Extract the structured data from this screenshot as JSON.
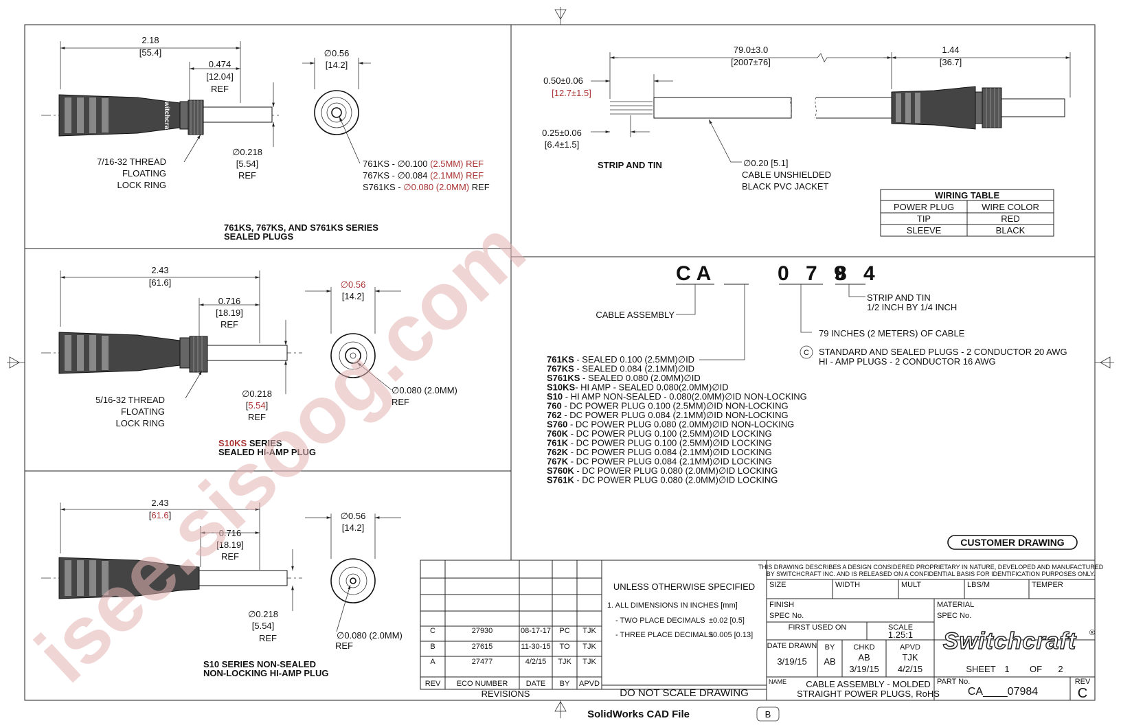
{
  "plug1": {
    "dim_len": "2.18",
    "dim_len_mm": "[55.4]",
    "dim_tip": "0.474",
    "dim_tip_mm": "[12.04]",
    "dim_tip_ref": "REF",
    "dim_dia": "∅0.56",
    "dim_dia_mm": "[14.2]",
    "dim_pin": "∅0.218",
    "dim_pin_mm": "[5.54]",
    "dim_pin_ref": "REF",
    "thread": [
      "7/16-32 THREAD",
      "FLOATING",
      "LOCK RING"
    ],
    "id_notes": [
      {
        "a": "761KS - ∅0.100 ",
        "b": "(2.5MM) ",
        "c": "REF"
      },
      {
        "a": "767KS - ∅0.084 ",
        "b": "(2.1MM) ",
        "c": "REF"
      },
      {
        "a": "S761KS - ",
        "b": "∅0.080 (2.0MM) ",
        "c": "REF"
      }
    ],
    "title": [
      "761KS, 767KS, AND S761KS SERIES",
      "SEALED PLUGS"
    ],
    "brand_mark": "Switchcraft"
  },
  "plug2": {
    "dim_len": "2.43",
    "dim_len_mm": "[61.6]",
    "dim_tip": "0.716",
    "dim_tip_mm": "[18.19]",
    "dim_tip_ref": "REF",
    "dim_dia": "∅0.56",
    "dim_dia_mm": "[14.2]",
    "dim_pin": "∅0.218",
    "dim_pin_mm": "[5.54]",
    "dim_pin_ref": "REF",
    "id_note": "∅0.080 (2.0MM)",
    "id_ref": "REF",
    "thread": [
      "5/16-32 THREAD",
      "FLOATING",
      "LOCK RING"
    ],
    "title_a": "S10KS",
    "title_b": " SERIES",
    "title_2": "SEALED HI-AMP PLUG"
  },
  "plug3": {
    "dim_len": "2.43",
    "dim_len_mm": "[61.6]",
    "dim_tip": "0.716",
    "dim_tip_mm": "[18.19]",
    "dim_tip_ref": "REF",
    "dim_dia": "∅0.56",
    "dim_dia_mm": "[14.2]",
    "dim_pin": "∅0.218",
    "dim_pin_mm": "[5.54]",
    "dim_pin_ref": "REF",
    "id_note": "∅0.080 (2.0MM)",
    "id_ref": "REF",
    "title": [
      "S10 SERIES NON-SEALED",
      "NON-LOCKING HI-AMP PLUG"
    ]
  },
  "cable": {
    "dim_len": "79.0±3.0",
    "dim_len_mm": "[2007±76]",
    "dim_plug": "1.44",
    "dim_plug_mm": "[36.7]",
    "strip1": "0.50±0.06",
    "strip1_mm": "[12.7±1.5]",
    "strip2": "0.25±0.06",
    "strip2_mm": "[6.4±1.5]",
    "strip_label": "STRIP AND TIN",
    "jacket": [
      "∅0.20 [5.1]",
      "CABLE UNSHIELDED",
      "BLACK PVC JACKET"
    ]
  },
  "wiring_table": {
    "title": "WIRING TABLE",
    "headers": [
      "POWER PLUG",
      "WIRE COLOR"
    ],
    "rows": [
      [
        "TIP",
        "RED"
      ],
      [
        "SLEEVE",
        "BLACK"
      ]
    ]
  },
  "part_number": {
    "seg1": "CA",
    "seg2": "0 7 9",
    "seg3": "8 4",
    "cable_assembly": "CABLE ASSEMBLY",
    "strip": [
      "STRIP AND TIN",
      "1/2 INCH BY 1/4 INCH"
    ],
    "length": "79 INCHES (2 METERS) OF CABLE",
    "note_mark": "C",
    "conductors": [
      "STANDARD AND SEALED PLUGS - 2 CONDUCTOR 20 AWG",
      "HI - AMP PLUGS - 2 CONDUCTOR 16 AWG"
    ],
    "options": [
      {
        "code": "761KS",
        "desc": " - SEALED 0.100 (2.5MM)∅ID"
      },
      {
        "code": "767KS",
        "desc": " - SEALED 0.084 (2.1MM)∅ID"
      },
      {
        "code": "S761KS",
        "desc": " - SEALED 0.080 (2.0MM)∅ID"
      },
      {
        "code": "S10KS",
        "desc": "- HI AMP - SEALED 0.080(2.0MM)∅ID"
      },
      {
        "code": "S10",
        "desc": " - HI AMP NON-SEALED - 0.080(2.0MM)∅ID NON-LOCKING"
      },
      {
        "code": "760",
        "desc": " - DC POWER PLUG 0.100 (2.5MM)∅ID NON-LOCKING"
      },
      {
        "code": "762",
        "desc": " - DC POWER PLUG 0.084 (2.1MM)∅ID NON-LOCKING"
      },
      {
        "code": "S760",
        "desc": " - DC POWER PLUG 0.080 (2.0MM)∅ID NON-LOCKING"
      },
      {
        "code": "760K",
        "desc": " - DC POWER PLUG 0.100 (2.5MM)∅ID LOCKING"
      },
      {
        "code": "761K",
        "desc": " - DC POWER PLUG 0.100 (2.5MM)∅ID LOCKING"
      },
      {
        "code": "762K",
        "desc": " - DC POWER PLUG 0.084 (2.1MM)∅ID LOCKING"
      },
      {
        "code": "767K",
        "desc": " - DC POWER PLUG 0.084 (2.1MM)∅ID LOCKING"
      },
      {
        "code": "S760K",
        "desc": " - DC POWER PLUG 0.080 (2.0MM)∅ID LOCKING"
      },
      {
        "code": "S761K",
        "desc": " - DC POWER PLUG 0.080 (2.0MM)∅ID LOCKING"
      }
    ],
    "customer_drawing": "CUSTOMER DRAWING"
  },
  "revisions": {
    "rows": [
      {
        "rev": "C",
        "eco": "27930",
        "date": "08-17-17",
        "by": "PC",
        "apvd": "TJK"
      },
      {
        "rev": "B",
        "eco": "27615",
        "date": "11-30-15",
        "by": "TO",
        "apvd": "TJK"
      },
      {
        "rev": "A",
        "eco": "27477",
        "date": "4/2/15",
        "by": "TJK",
        "apvd": "TJK"
      }
    ],
    "headers": {
      "rev": "REV",
      "eco": "ECO NUMBER",
      "date": "DATE",
      "by": "BY",
      "apvd": "APVD"
    },
    "title": "REVISIONS"
  },
  "spec": {
    "unless": "UNLESS OTHERWISE SPECIFIED",
    "dims": "1. ALL DIMENSIONS IN INCHES [mm]",
    "two": "- TWO PLACE DECIMALS",
    "two_val": "±0.02  [0.5]",
    "three": "- THREE PLACE DECIMALS",
    "three_val": "±0.005  [0.13]",
    "no_scale": "DO NOT SCALE DRAWING"
  },
  "title_block": {
    "proprietary": [
      "THIS DRAWING DESCRIBES A DESIGN CONSIDERED PROPRIETARY IN NATURE, DEVELOPED AND MANUFACTURED",
      "BY SWITCHCRAFT INC. AND IS RELEASED ON A CONFIDENTIAL BASIS FOR IDENTIFICATION PURPOSES ONLY."
    ],
    "size": "SIZE",
    "width": "WIDTH",
    "mult": "MULT",
    "lbs": "LBS/M",
    "temper": "TEMPER",
    "finish": "FINISH",
    "finish_spec": "SPEC No.",
    "material": "MATERIAL",
    "material_spec": "SPEC No.",
    "first_used": "FIRST USED ON",
    "scale_label": "SCALE",
    "scale": "1.25:1",
    "date_drawn_label": "DATE DRAWN",
    "date_drawn": "3/19/15",
    "by_label": "BY",
    "by": "AB",
    "chkd_label": "CHKD",
    "chkd": "AB",
    "chkd_date": "3/19/15",
    "apvd_label": "APVD",
    "apvd": "TJK",
    "apvd_date": "4/2/15",
    "logo": "Switchcraft",
    "logo_mark": "®",
    "sheet_label": "SHEET",
    "sheet": "1",
    "of_label": "OF",
    "of": "2",
    "name_label": "NAME",
    "name": [
      "CABLE ASSEMBLY - MOLDED",
      "STRAIGHT POWER PLUGS, RoHS"
    ],
    "part_label": "PART No.",
    "part": "CA____07984",
    "rev_label": "REV",
    "rev": "C"
  },
  "footer": {
    "cad": "SolidWorks CAD File",
    "cad_rev": "B"
  },
  "watermark": "isee.sisoog.com"
}
